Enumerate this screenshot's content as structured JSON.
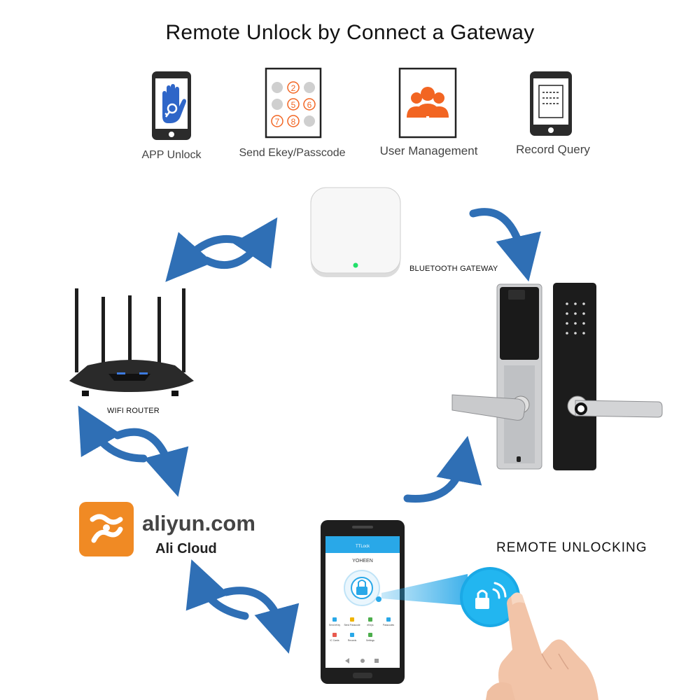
{
  "title": "Remote Unlock by Connect a Gateway",
  "features": [
    {
      "label": "APP Unlock",
      "icon": "hand-key-phone-icon"
    },
    {
      "label": "Send Ekey/Passcode",
      "icon": "keypad-icon",
      "digits": [
        "2",
        "5",
        "6",
        "7",
        "8"
      ]
    },
    {
      "label": "User Management",
      "icon": "users-group-icon"
    },
    {
      "label": "Record Query",
      "icon": "record-phone-icon"
    }
  ],
  "gateway_label": "BLUETOOTH GATEWAY",
  "router_label": "WIFI ROUTER",
  "cloud": {
    "brand": "aliyun.com",
    "name": "Ali Cloud"
  },
  "remote_label": "REMOTE UNLOCKING",
  "phone_app": {
    "app_name": "TTLock",
    "lock_name": "YOHEEN",
    "menu": [
      "Send eKey",
      "Send Passcode",
      "eKeys",
      "Passcodes",
      "IC Cards",
      "Records",
      "Settings"
    ]
  },
  "colors": {
    "arrow": "#2f6fb5",
    "accent_orange": "#f26522",
    "aliyun_orange": "#f08a24",
    "app_blue": "#29a8e8"
  }
}
